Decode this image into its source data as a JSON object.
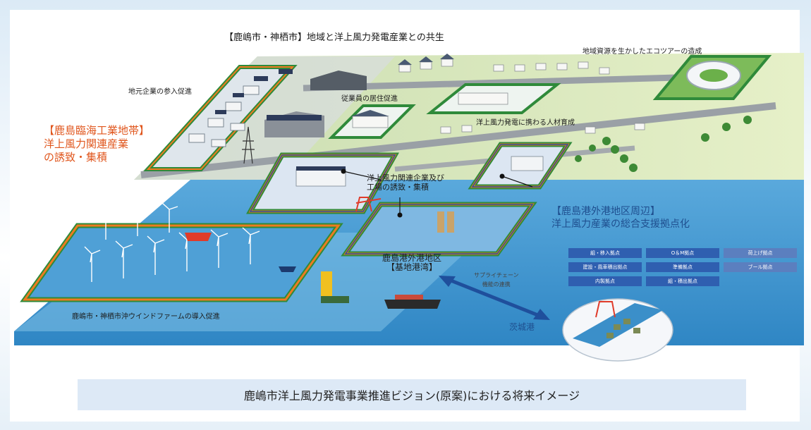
{
  "labels": {
    "title": "【鹿嶋市・神栖市】地域と洋上風力発電産業との共生",
    "ecotour": "地域資源を生かしたエコツアーの造成",
    "local_participation": "地元企業の参入促進",
    "worker_residence": "従業員の居住促進",
    "talent": "洋上風力発電に携わる人材育成",
    "industrial_area": "【鹿島臨海工業地帯】\n洋上風力関連産業\nの誘致・集積",
    "related_companies": "洋上風力関連企業及び\n工場の誘致・集積",
    "outer_port": "【鹿島港外港地区周辺】\n洋上風力産業の総合支援拠点化",
    "base_port": "鹿島港外港地区\n【基地港湾】",
    "windfarm": "鹿嶋市・神栖市沖ウインドファームの導入促進",
    "supply_chain": "サプライチェーン\n機能の連携",
    "ibaraki_port": "茨城港"
  },
  "legend": [
    [
      "組・移入拠点",
      "O＆M拠点",
      "荷上げ拠点"
    ],
    [
      "建設・風車積出拠点",
      "準備拠点",
      "ブール拠点"
    ],
    [
      "内製拠点",
      "組・積出拠点",
      ""
    ]
  ],
  "caption": "鹿嶋市洋上風力発電事業推進ビジョン(原案)における将来イメージ",
  "colors": {
    "zone_green": "#2f8a3a",
    "zone_orange": "#ef7a1f",
    "zone_blue": "#2a4f9c",
    "sea": "#3b8fc9",
    "land": "#dcebb8"
  }
}
